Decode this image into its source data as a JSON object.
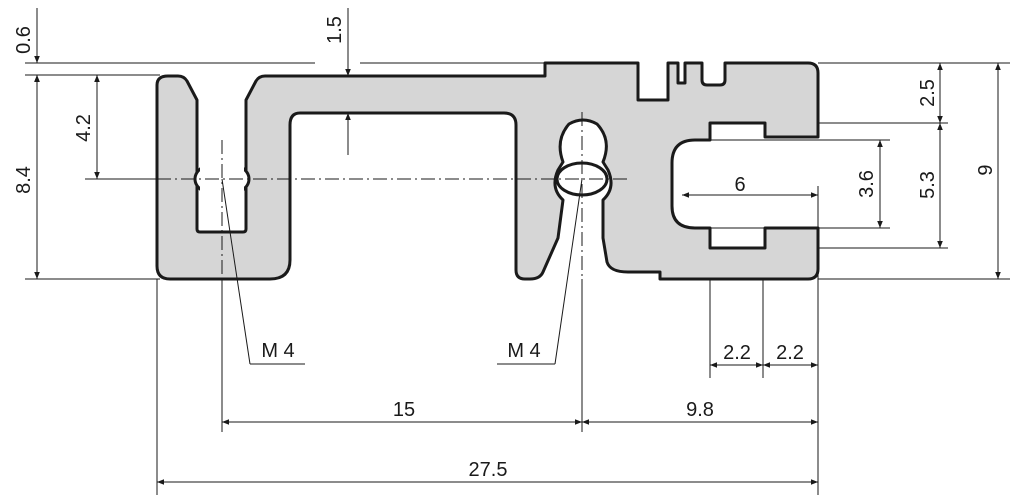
{
  "dimensions": {
    "top_thickness": "0.6",
    "web_thickness": "1.5",
    "total_height_left": "8.4",
    "slot_center_height": "4.2",
    "right_top_offset": "2.5",
    "right_slot_span": "5.3",
    "total_height_right": "9",
    "slot_opening": "3.6",
    "slot_depth": "6",
    "step_width_a": "2.2",
    "step_width_b": "2.2",
    "pitch_between_threads": "15",
    "thread_to_edge": "9.8",
    "overall_width": "27.5"
  },
  "threads": {
    "left_label": "M 4",
    "middle_label": "M 4"
  },
  "colors": {
    "profile_fill": "#d6d6d6",
    "line": "#1a1a1a"
  }
}
